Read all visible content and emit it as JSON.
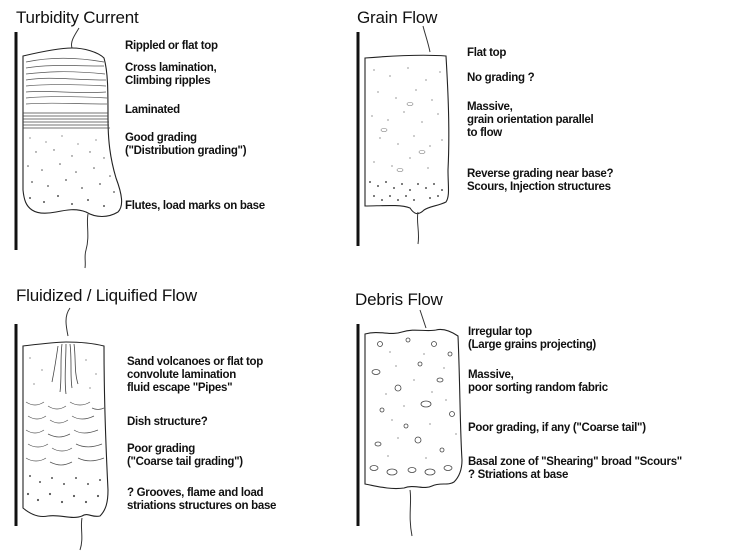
{
  "panels": {
    "turbidity": {
      "title": "Turbidity Current",
      "labels": [
        "Rippled or flat top",
        "Cross lamination,",
        "Climbing ripples",
        "Laminated",
        "Good grading",
        "(\"Distribution grading\")",
        "Flutes, load marks on base"
      ]
    },
    "grain": {
      "title": "Grain Flow",
      "labels": [
        "Flat top",
        "No grading ?",
        "Massive,",
        "grain orientation parallel",
        "to flow",
        "Reverse grading near base?",
        "Scours, Injection structures"
      ]
    },
    "fluidized": {
      "title": "Fluidized / Liquified Flow",
      "labels": [
        "Sand volcanoes or flat top",
        "convolute lamination",
        "fluid escape \"Pipes\"",
        "Dish structure?",
        "Poor grading",
        "(\"Coarse tail grading\")",
        "? Grooves, flame and load",
        "striations structures on base"
      ]
    },
    "debris": {
      "title": "Debris Flow",
      "labels": [
        "Irregular top",
        "(Large grains projecting)",
        "Massive,",
        "poor sorting random fabric",
        "Poor grading, if any (\"Coarse tail\")",
        "Basal zone of \"Shearing\" broad \"Scours\"",
        "? Striations at base"
      ]
    }
  }
}
